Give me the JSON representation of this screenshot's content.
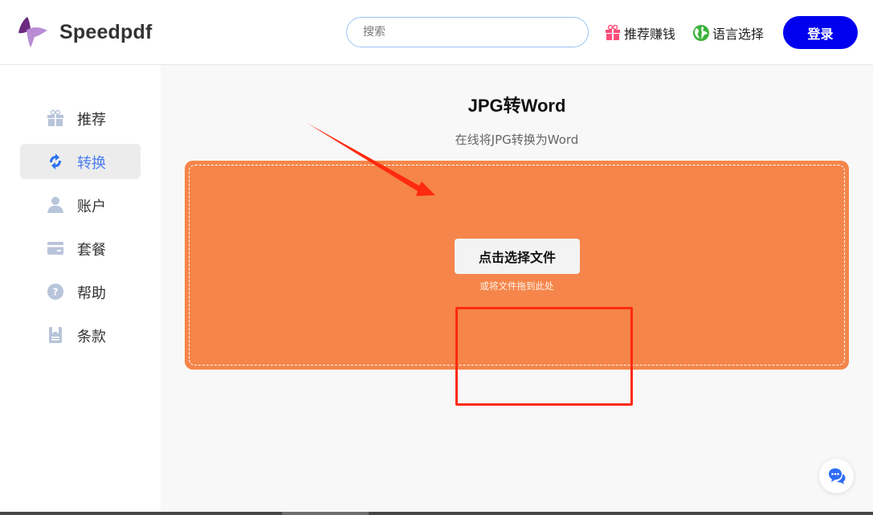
{
  "header": {
    "brand": "Speedpdf",
    "search": {
      "placeholder": "搜索",
      "value": ""
    },
    "referral_label": "推荐赚钱",
    "language_label": "语言选择",
    "login_label": "登录",
    "colors": {
      "login_bg": "#0000ee",
      "gift_icon": "#ff4d7a",
      "globe_icon": "#3bb33b"
    }
  },
  "sidebar": {
    "items": [
      {
        "label": "推荐",
        "icon": "gift-icon",
        "active": false
      },
      {
        "label": "转换",
        "icon": "convert-icon",
        "active": true
      },
      {
        "label": "账户",
        "icon": "user-icon",
        "active": false
      },
      {
        "label": "套餐",
        "icon": "card-icon",
        "active": false
      },
      {
        "label": "帮助",
        "icon": "help-icon",
        "active": false
      },
      {
        "label": "条款",
        "icon": "terms-icon",
        "active": false
      }
    ],
    "colors": {
      "icon": "#b8c4da",
      "active_text": "#4a7df0",
      "active_bg": "#ececec"
    }
  },
  "main": {
    "title": "JPG转Word",
    "subtitle": "在线将JPG转换为Word",
    "dropzone": {
      "button_label": "点击选择文件",
      "hint": "或将文件拖到此处",
      "color": "#f5854a"
    },
    "annotation": {
      "color": "#ff2a10"
    }
  },
  "chat": {
    "icon": "chat-icon",
    "color": "#2f6cf6"
  }
}
